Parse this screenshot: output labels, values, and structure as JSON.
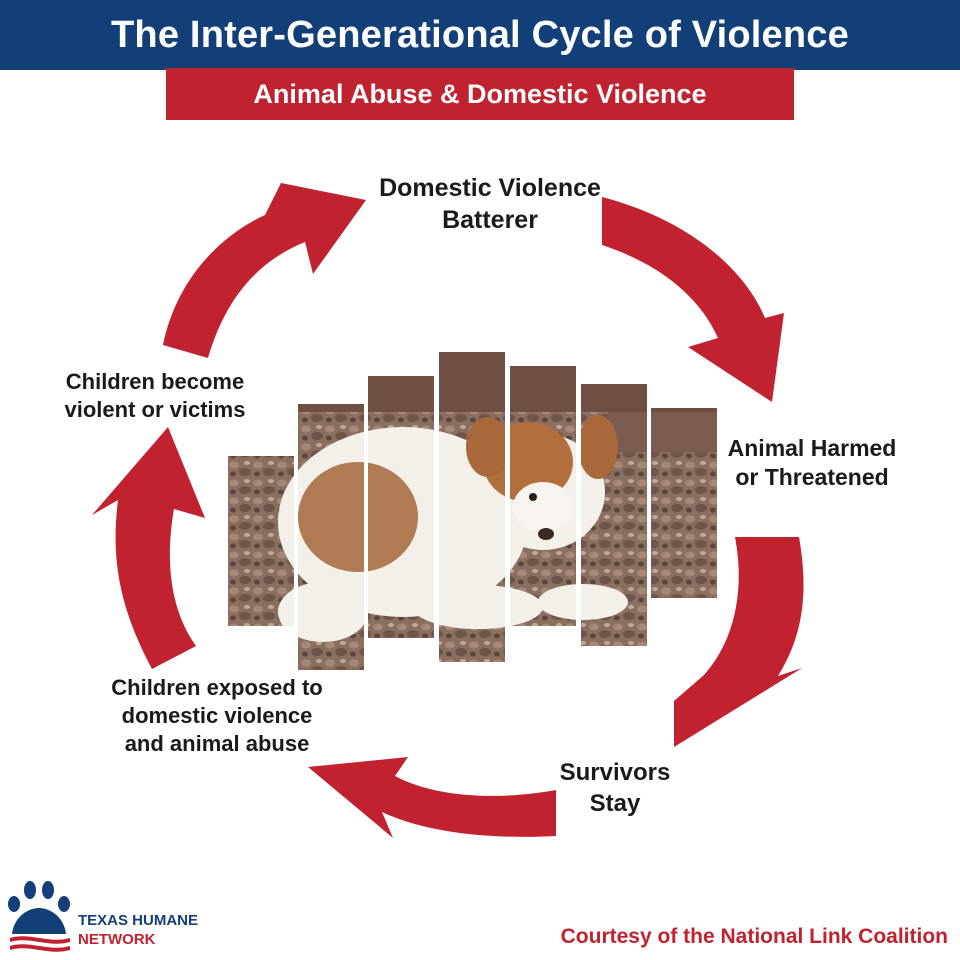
{
  "header": {
    "title": "The Inter-Generational Cycle of Violence",
    "subtitle": "Animal Abuse & Domestic Violence"
  },
  "cycle": {
    "steps": [
      {
        "label": "Domestic Violence\nBatterer"
      },
      {
        "label": "Animal Harmed\nor Threatened"
      },
      {
        "label": "Survivors\nStay"
      },
      {
        "label": "Children exposed to\ndomestic violence\nand animal abuse"
      },
      {
        "label": "Children become\nviolent or victims"
      }
    ],
    "arrow_color": "#c0222f"
  },
  "photo": {
    "subject": "puppy-photo-collage"
  },
  "footer": {
    "logo_line1": "TEXAS HUMANE",
    "logo_line2": "NETWORK",
    "courtesy": "Courtesy of the National Link Coalition"
  },
  "colors": {
    "navy": "#123f78",
    "red": "#c0222f"
  }
}
